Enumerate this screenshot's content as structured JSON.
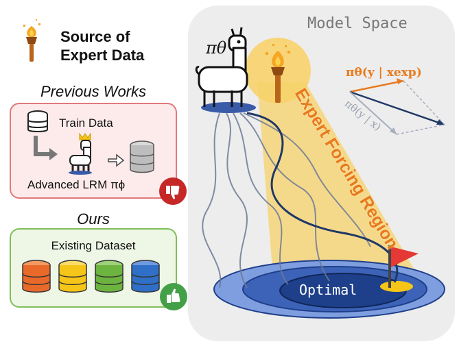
{
  "source": {
    "title_line1": "Source of",
    "title_line2": "Expert Data",
    "icon": "torch-icon"
  },
  "previous": {
    "heading": "Previous Works",
    "train_data": "Train Data",
    "model_label": "Advanced LRM πϕ",
    "badge": "thumbs-down-icon",
    "badge_color": "#c62828"
  },
  "ours": {
    "heading": "Ours",
    "dataset_label": "Existing Dataset",
    "badge": "thumbs-up-icon",
    "badge_color": "#43a047",
    "db_colors": [
      "#e8692a",
      "#f5c518",
      "#6db33f",
      "#2f6fc6"
    ]
  },
  "model_space": {
    "title": "Model Space",
    "policy_label": "πθ",
    "vector_expert": "πθ(y | xexp)",
    "vector_base": "πθ(y | x)",
    "region_label": "Expert Forcing Region",
    "optimal_label": "Optimal"
  },
  "colors": {
    "orange": "#e87a1e",
    "navy": "#1f3866",
    "beam": "#f7d26a",
    "ellipse_dark": "#1e3f8a",
    "ellipse_mid": "#3d63b8",
    "ellipse_light": "#7e9ee0"
  }
}
